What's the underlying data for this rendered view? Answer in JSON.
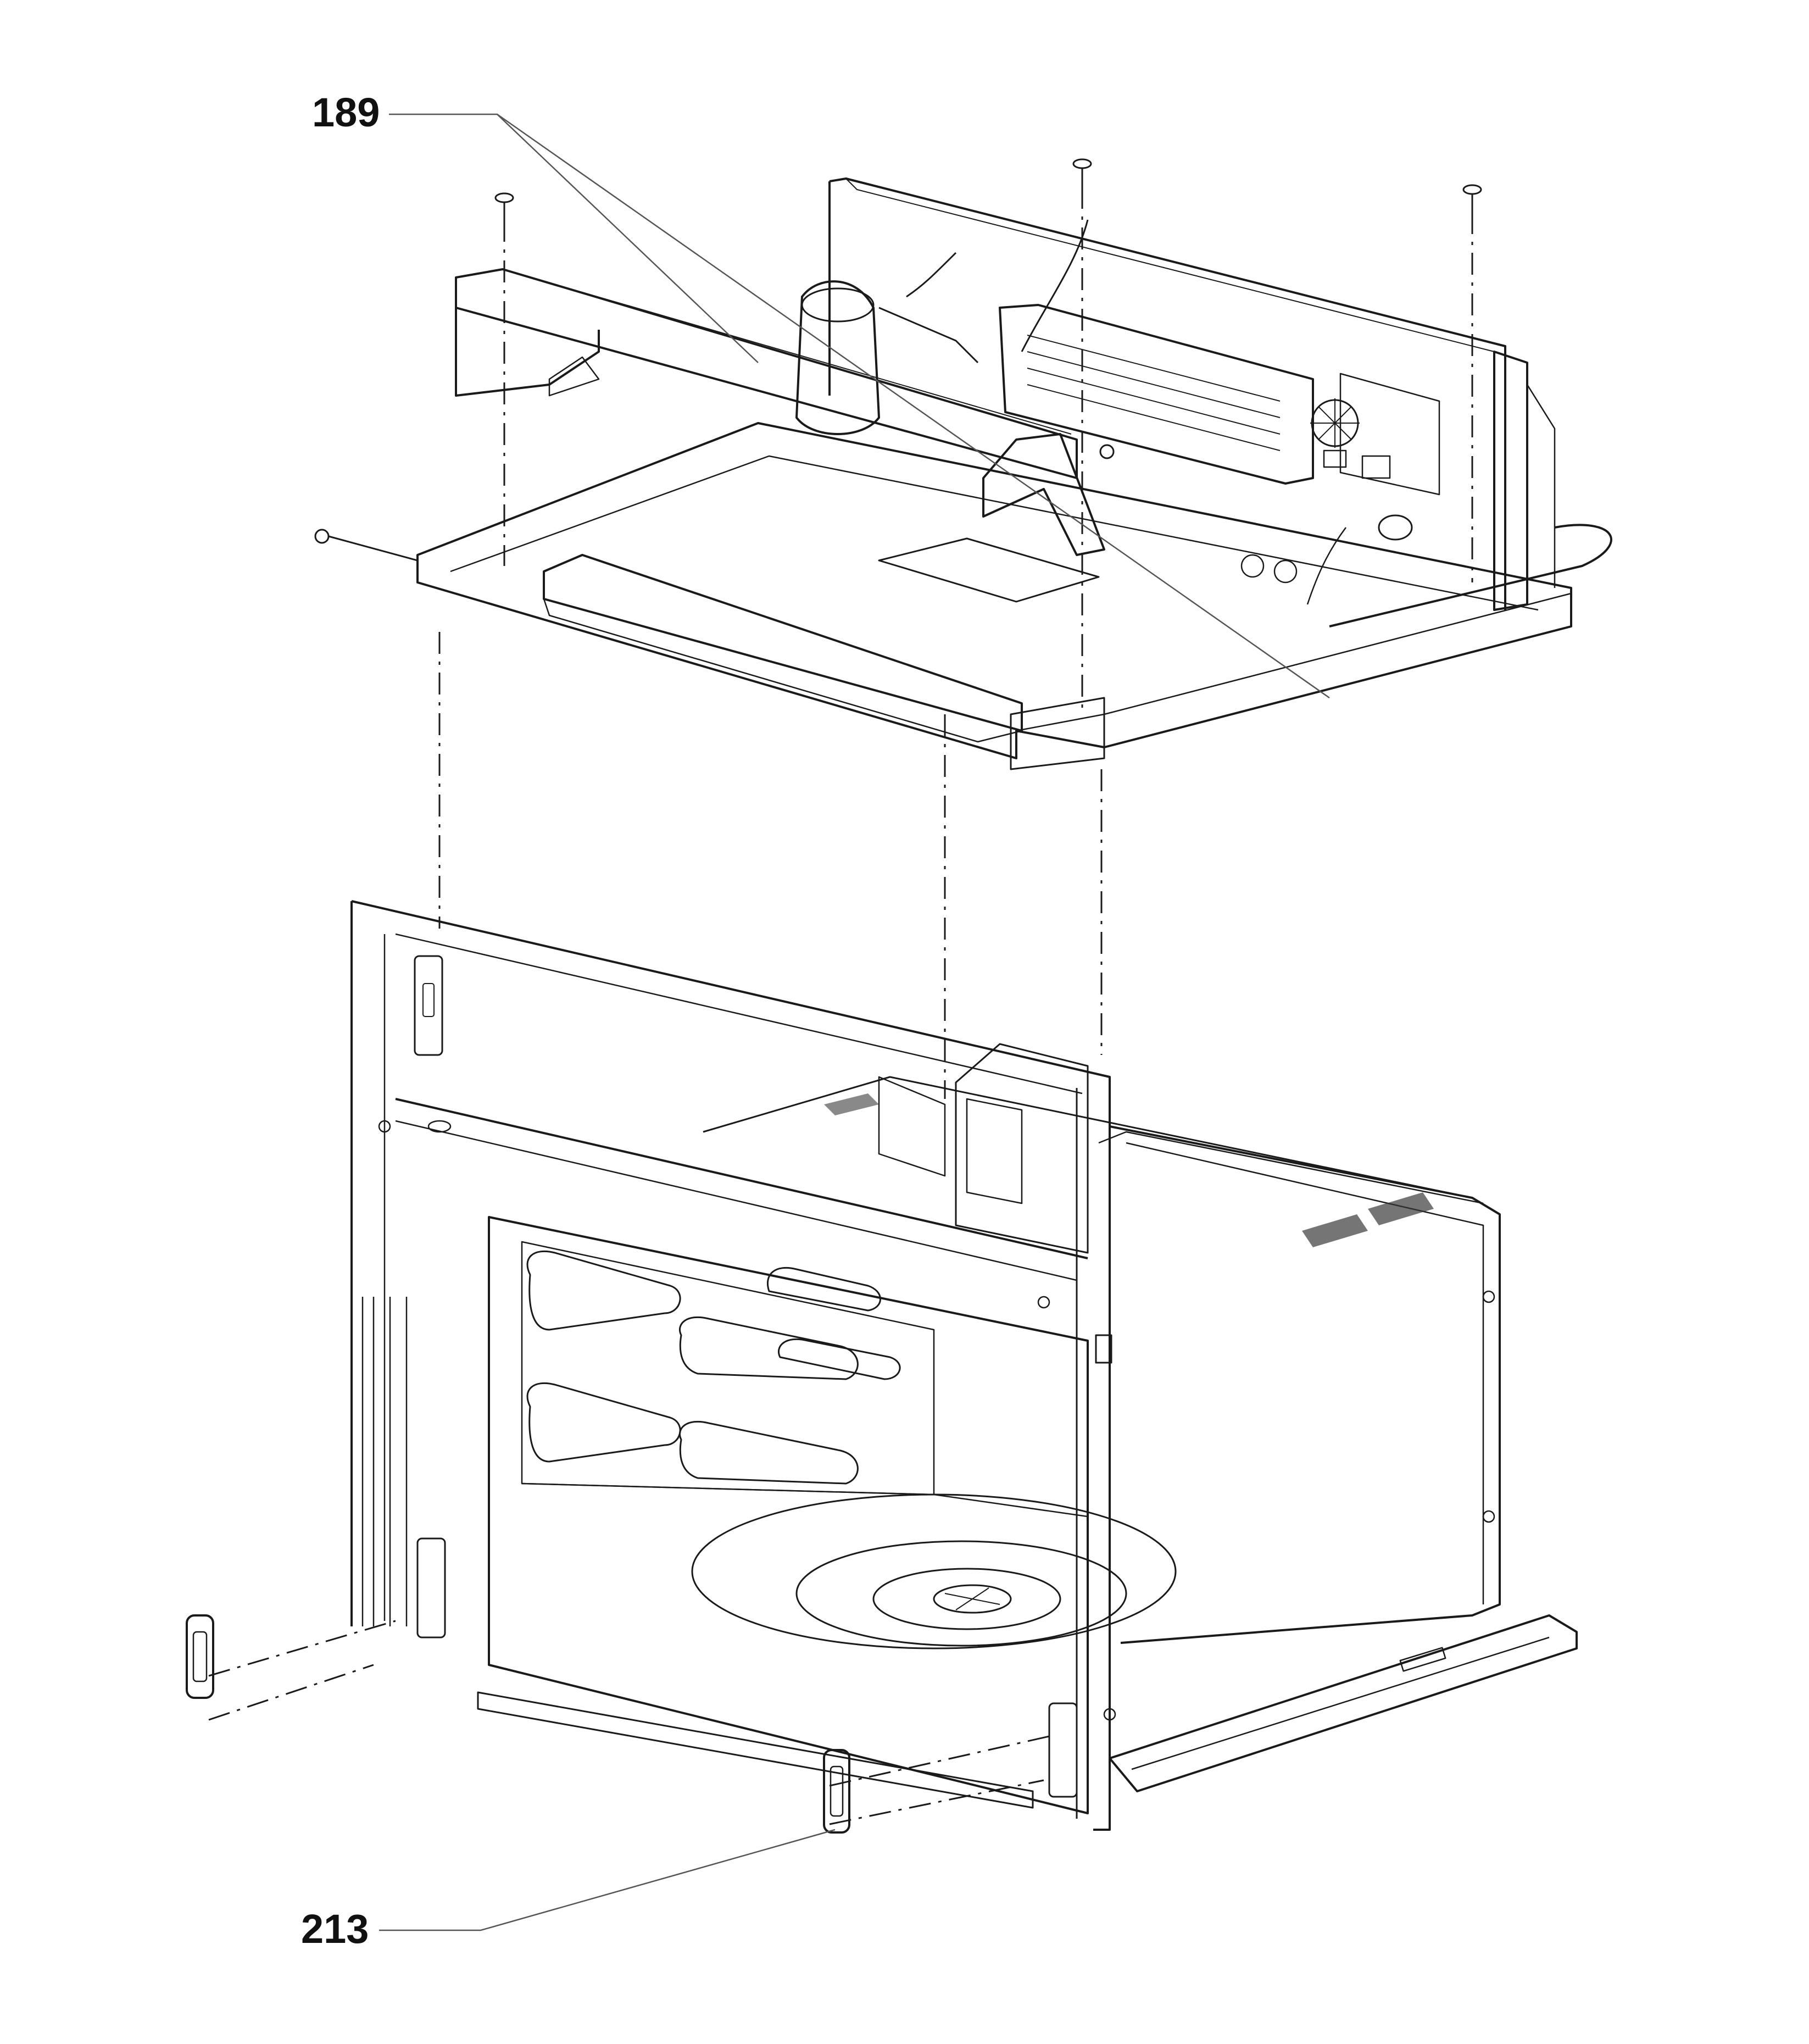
{
  "callouts": [
    {
      "id": "189",
      "label": "189"
    },
    {
      "id": "213",
      "label": "213"
    }
  ],
  "colors": {
    "line": "#1a1a1a",
    "light_line": "#555555",
    "background": "#ffffff",
    "shading": "#3a3a3a"
  }
}
